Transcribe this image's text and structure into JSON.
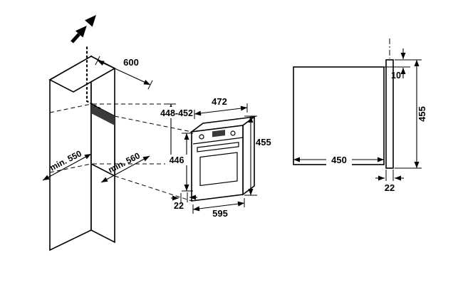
{
  "diagram": {
    "background": "#ffffff",
    "line_color": "#000000",
    "accent_dark": "#3a3a3a"
  },
  "isometric_view": {
    "dim_cabinet_top_depth": "600",
    "dim_niche_height": "448-452",
    "dim_min_depth_cabinet": "min. 550",
    "dim_min_depth_niche": "min. 560",
    "dim_oven_body_height": "446",
    "dim_oven_depth": "472",
    "dim_oven_front_height": "455",
    "dim_door_thickness": "22",
    "dim_oven_width": "595"
  },
  "side_view": {
    "dim_top_overhang": "10",
    "dim_front_height": "455",
    "dim_body_depth": "450",
    "dim_door_thickness": "22"
  }
}
